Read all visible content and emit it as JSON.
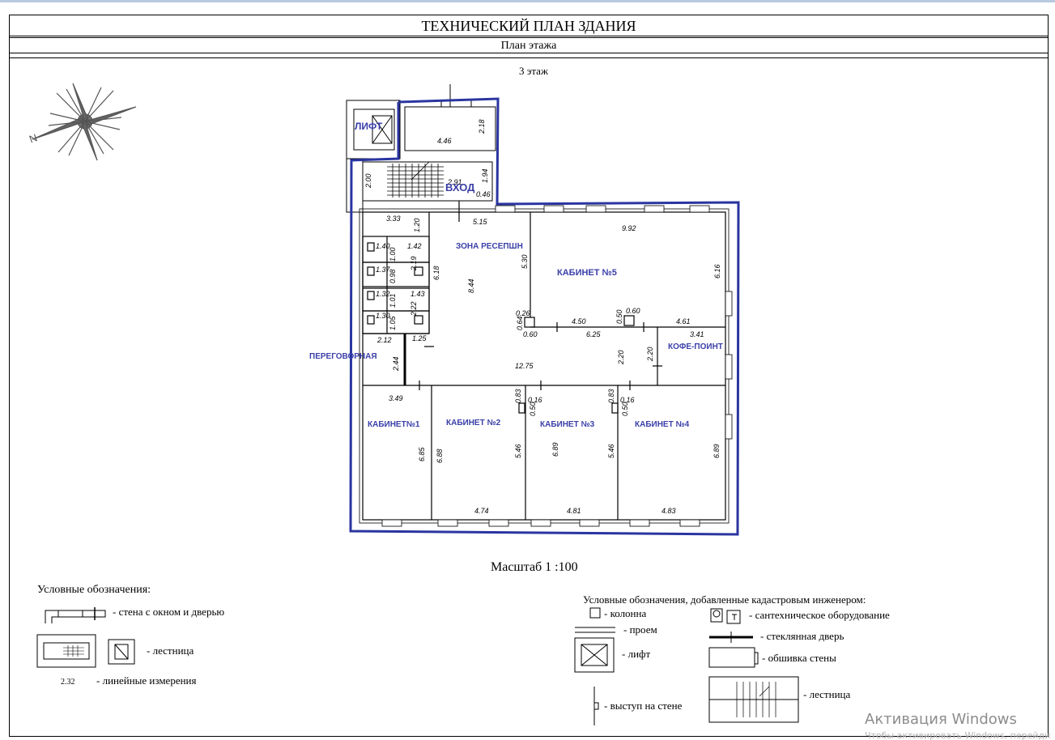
{
  "header": {
    "title": "ТЕХНИЧЕСКИЙ ПЛАН ЗДАНИЯ",
    "subtitle": "План этажа",
    "floor": "3 этаж"
  },
  "rooms": {
    "lift": "ЛИФТ",
    "entrance": "ВХОД",
    "reception": "ЗОНА РЕСЕПШН",
    "office5": "КАБИНЕТ №5",
    "meeting": "ПЕРЕГОВОРНАЯ",
    "coffee": "КОФЕ-ПОИНТ",
    "office1": "КАБИНЕТ№1",
    "office2": "КАБИНЕТ №2",
    "office3": "КАБИНЕТ №3",
    "office4": "КАБИНЕТ №4"
  },
  "dims": {
    "d446": "4.46",
    "d218": "2.18",
    "d200": "2.00",
    "d194": "1.94",
    "d046": "0.46",
    "d291": "2.91",
    "d333": "3.33",
    "d120": "1.20",
    "d515": "5.15",
    "d992": "9.92",
    "d530": "5.30",
    "d616": "6.16",
    "d140": "1.40",
    "d142": "1.42",
    "d100": "1.00",
    "d219": "2.19",
    "d137": "1.37",
    "d098": "0.98",
    "d618": "6.18",
    "d844": "8.44",
    "d132": "1.32",
    "d143": "1.43",
    "d101": "1.01",
    "d222": "2.22",
    "d130": "1.30",
    "d105": "1.05",
    "d026": "0.26",
    "d064": "0.64",
    "d060a": "0.60",
    "d450": "4.50",
    "d625": "6.25",
    "d050": "0.50",
    "d060b": "0.60",
    "d461": "4.61",
    "d341": "3.41",
    "d212": "2.12",
    "d125": "1.25",
    "d220a": "2.20",
    "d220b": "2.20",
    "d244": "2.44",
    "d1275": "12.75",
    "d349": "3.49",
    "d083a": "0.83",
    "d016a": "0.16",
    "d050a": "0.50",
    "d083b": "0.83",
    "d016b": "0.16",
    "d050b": "0.50",
    "d685": "6.85",
    "d688": "6.88",
    "d546a": "5.46",
    "d689a": "6.89",
    "d546b": "5.46",
    "d689b": "6.89",
    "d474": "4.74",
    "d481": "4.81",
    "d483": "4.83"
  },
  "scale": "Масштаб 1 :100",
  "legend_left": {
    "title": "Условные обозначения:",
    "wall": "- стена с окном и дверью",
    "stairs": "- лестница",
    "measure_sample": "2.32",
    "measure": "- линейные измерения"
  },
  "legend_right": {
    "title": "Условные обозначения, добавленные кадастровым инженером:",
    "column": "- колонна",
    "opening": "- проем",
    "lift": "- лифт",
    "ledge": "- выступ на стене",
    "sanitary": "- сантехническое оборудование",
    "glass_door": "- стеклянная дверь",
    "cladding": "- обшивка стены",
    "stairs": "- лестница"
  },
  "watermark": {
    "title": "Активация Windows",
    "sub": "Чтобы активировать Windows, перейдите в раздел «Параметры»."
  },
  "colors": {
    "annotation": "#3a3fa8",
    "outline": "#2a35a0",
    "line": "#000000"
  }
}
